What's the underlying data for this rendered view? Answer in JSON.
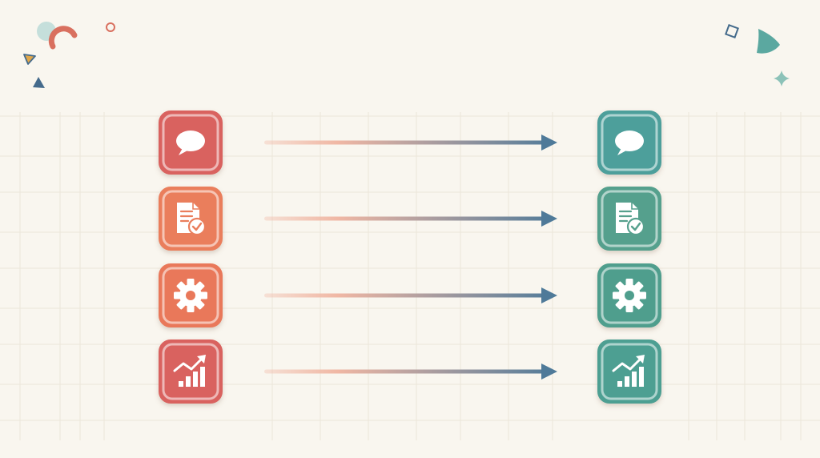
{
  "diagram": {
    "type": "mapping",
    "colors": {
      "background": "#f9f6ef",
      "grid": "#ece6da",
      "arrow_start": "#f0b7a4",
      "arrow_end": "#4f7a99"
    },
    "rows": [
      {
        "icon": "chat-bubble-icon",
        "from_color": "#d9625e",
        "to_color": "#4e9f9b"
      },
      {
        "icon": "document-check-icon",
        "from_color": "#ea7e5c",
        "to_color": "#55a08d"
      },
      {
        "icon": "gear-icon",
        "from_color": "#e9785a",
        "to_color": "#4f9e8d"
      },
      {
        "icon": "bar-chart-trend-icon",
        "from_color": "#d9625e",
        "to_color": "#4e9f92"
      }
    ],
    "decorations": {
      "top_left": [
        "circle",
        "arc",
        "ring",
        "triangle",
        "triangle"
      ],
      "top_right": [
        "diamond",
        "leaf",
        "sparkle"
      ],
      "colors": {
        "coral": "#d9705f",
        "teal": "#5ba8a0",
        "mustard": "#e1a74a",
        "navy": "#456b8c",
        "pale_teal": "#c5dfdb"
      }
    }
  }
}
